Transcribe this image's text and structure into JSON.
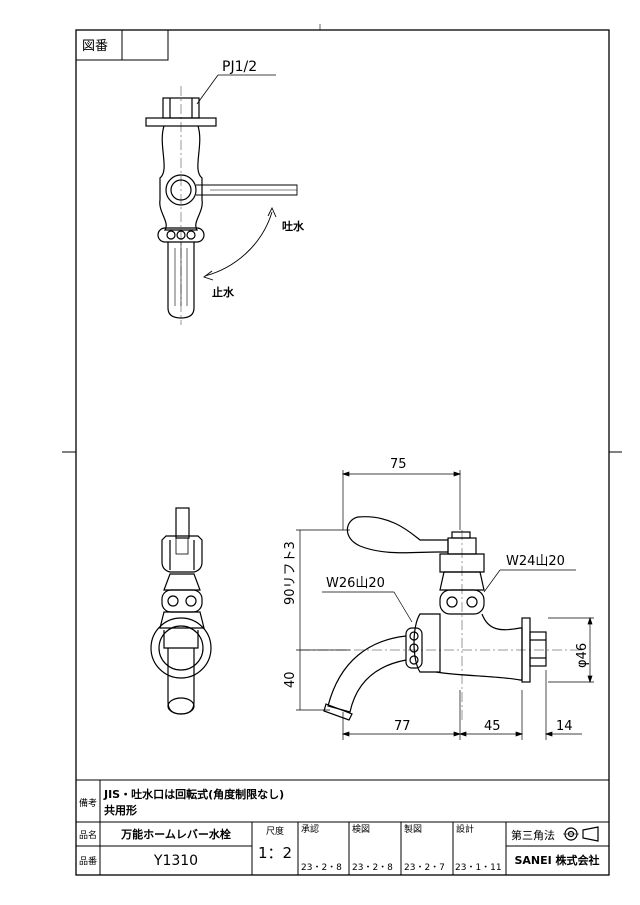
{
  "drawing_number_label": "図番",
  "callouts": {
    "thread": "PJ1/2",
    "open": "吐水",
    "close": "止水",
    "w24": "W24山20",
    "w26": "W26山20",
    "dim_75": "75",
    "dim_90": "90リフト3",
    "dim_40": "40",
    "dim_77": "77",
    "dim_45": "45",
    "dim_14": "14",
    "dim_d46": "φ46"
  },
  "title_block": {
    "remarks_label": "備考",
    "remarks_line1": "JIS・吐水口は回転式(角度制限なし)",
    "remarks_line2": "共用形",
    "name_label": "品名",
    "name_value": "万能ホームレバー水栓",
    "code_label": "品番",
    "code_value": "Y1310",
    "scale_label": "尺度",
    "scale_value": "1：2",
    "approved_label": "承認",
    "approved_date": "23・2・8",
    "checked_label": "検図",
    "checked_date": "23・2・8",
    "drawn_label": "製図",
    "drawn_date": "23・2・7",
    "designed_label": "設計",
    "designed_date": "23・1・11",
    "projection_label": "第三角法",
    "company": "SANEI 株式会社"
  }
}
